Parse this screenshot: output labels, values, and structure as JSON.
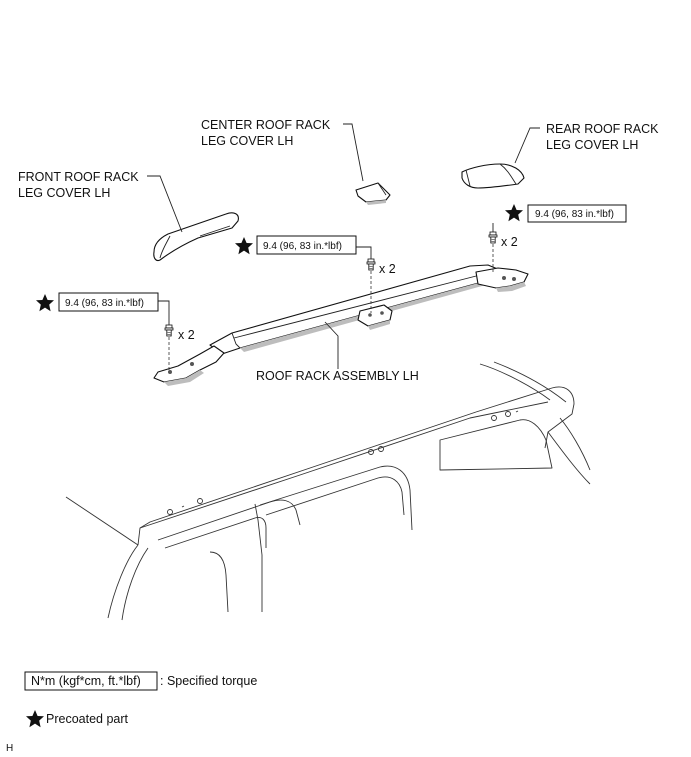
{
  "labels": {
    "center_cover": [
      "CENTER ROOF RACK",
      "LEG COVER LH"
    ],
    "rear_cover": [
      "REAR ROOF RACK",
      "LEG COVER LH"
    ],
    "front_cover": [
      "FRONT ROOF RACK",
      "LEG COVER LH"
    ],
    "assembly": "ROOF RACK ASSEMBLY LH"
  },
  "torques": {
    "rear": "9.4 (96, 83 in.*lbf)",
    "center": "9.4 (96, 83 in.*lbf)",
    "front": "9.4 (96, 83 in.*lbf)"
  },
  "quantities": {
    "rear": "x 2",
    "center": "x 2",
    "front": "x 2"
  },
  "legend": {
    "torque_box": "N*m (kgf*cm, ft.*lbf)",
    "torque_desc": ": Specified torque",
    "precoated": "Precoated part"
  },
  "corner_code": "H"
}
